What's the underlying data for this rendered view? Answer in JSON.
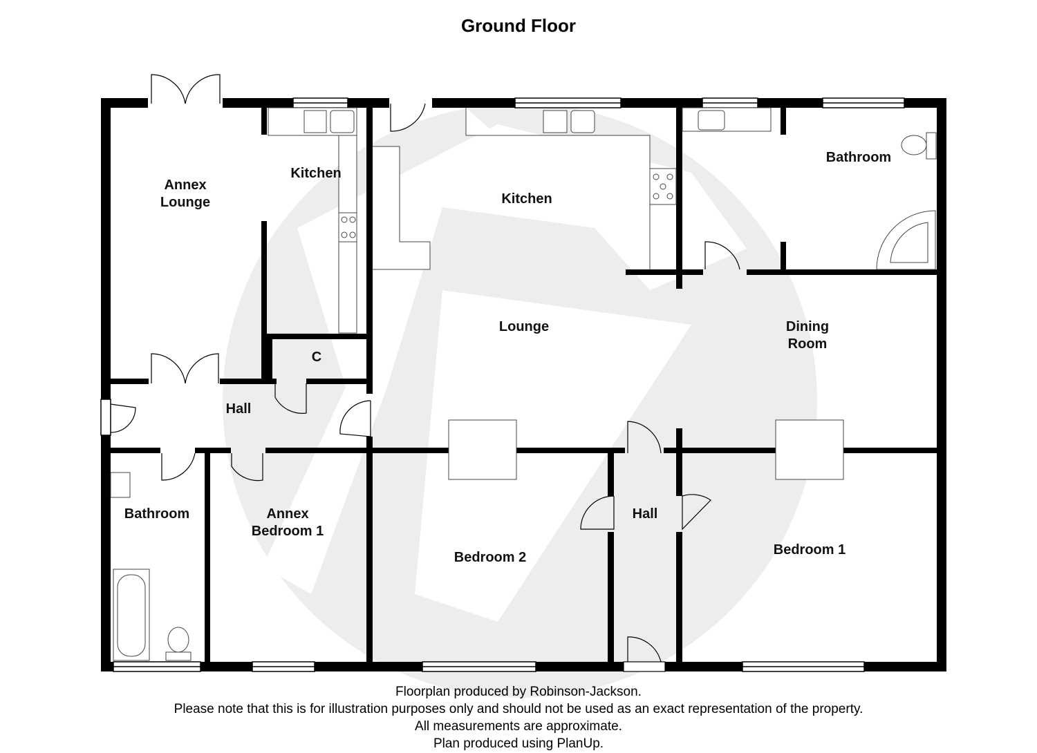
{
  "title": "Ground Floor",
  "rooms": {
    "annex_lounge": [
      "Annex",
      "Lounge"
    ],
    "annex_kitchen": "Kitchen",
    "kitchen": "Kitchen",
    "bathroom_main": "Bathroom",
    "lounge": "Lounge",
    "dining_room": [
      "Dining",
      "Room"
    ],
    "cupboard": "C",
    "hall_annex": "Hall",
    "bathroom_annex": "Bathroom",
    "annex_bedroom_1": [
      "Annex",
      "Bedroom 1"
    ],
    "bedroom_2": "Bedroom 2",
    "hall_main": "Hall",
    "bedroom_1": "Bedroom 1"
  },
  "footer": {
    "line1": "Floorplan produced by Robinson-Jackson.",
    "line2": "Please note that this is for illustration purposes only and should not be used as an exact representation of the property.",
    "line3": "All measurements are approximate.",
    "line4": "Plan produced using PlanUp."
  },
  "colors": {
    "wall": "#000000",
    "watermark": "#ededed",
    "fixture": "#666666"
  }
}
